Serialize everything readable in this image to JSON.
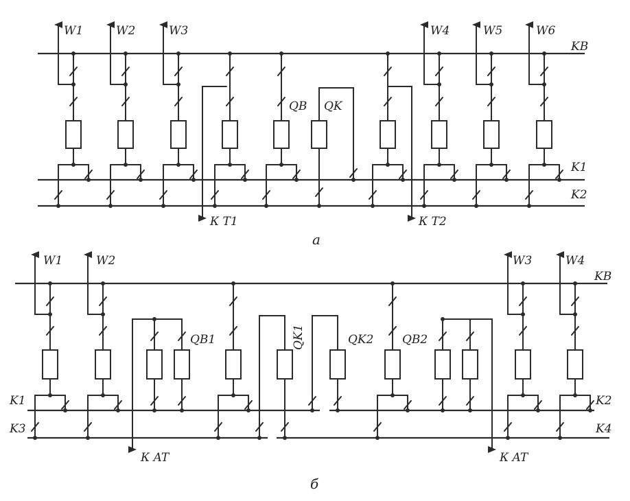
{
  "diagram_a": {
    "lines": [
      "W1",
      "W2",
      "W3",
      "W4",
      "W5",
      "W6"
    ],
    "bus_main": "KB",
    "bus_k1": "K1",
    "bus_k2": "K2",
    "qb": "QB",
    "qk": "QK",
    "tap1": "К T1",
    "tap2": "К T2",
    "caption": "а"
  },
  "diagram_b": {
    "lines": [
      "W1",
      "W2",
      "W3",
      "W4"
    ],
    "bus_main": "KB",
    "bus_k1": "K1",
    "bus_k2": "K2",
    "bus_k3": "K3",
    "bus_k4": "K4",
    "qb1": "QB1",
    "qk1": "QK1",
    "qk2": "QK2",
    "qb2": "QB2",
    "tap1": "К AT",
    "tap2": "К AT",
    "caption": "б"
  }
}
